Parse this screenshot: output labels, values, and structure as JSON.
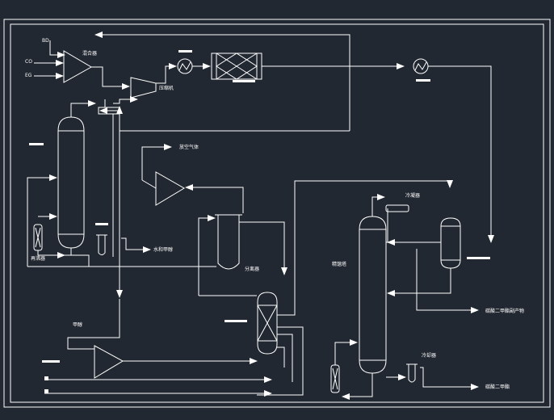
{
  "labels": {
    "bd": "BD",
    "co": "CO",
    "eg": "EG",
    "mixer": "混合器",
    "compressor": "压缩机",
    "vent_gas": "放空气体",
    "reboiler_left": "再沸器",
    "water_methanol": "水和甲醇",
    "separator": "分离器",
    "product_tower": "精馏塔",
    "condenser": "冷凝器",
    "cooler": "冷却器",
    "methanol": "甲醇",
    "dmc_product": "碳酸二甲酯",
    "byproduct": "碳酸二甲酯副产物"
  },
  "icons": {
    "heat_exchanger_1": "heat-exchanger-icon",
    "heat_exchanger_2": "heat-exchanger-icon",
    "reactor": "fixed-bed-reactor-icon",
    "compressor": "compressor-icon",
    "mixer": "mixer-triangle-icon",
    "column_left": "distillation-column-icon",
    "column_right": "distillation-column-icon",
    "reboiler": "reboiler-icon"
  },
  "colors": {
    "background": "#222831",
    "line": "#ffffff"
  }
}
